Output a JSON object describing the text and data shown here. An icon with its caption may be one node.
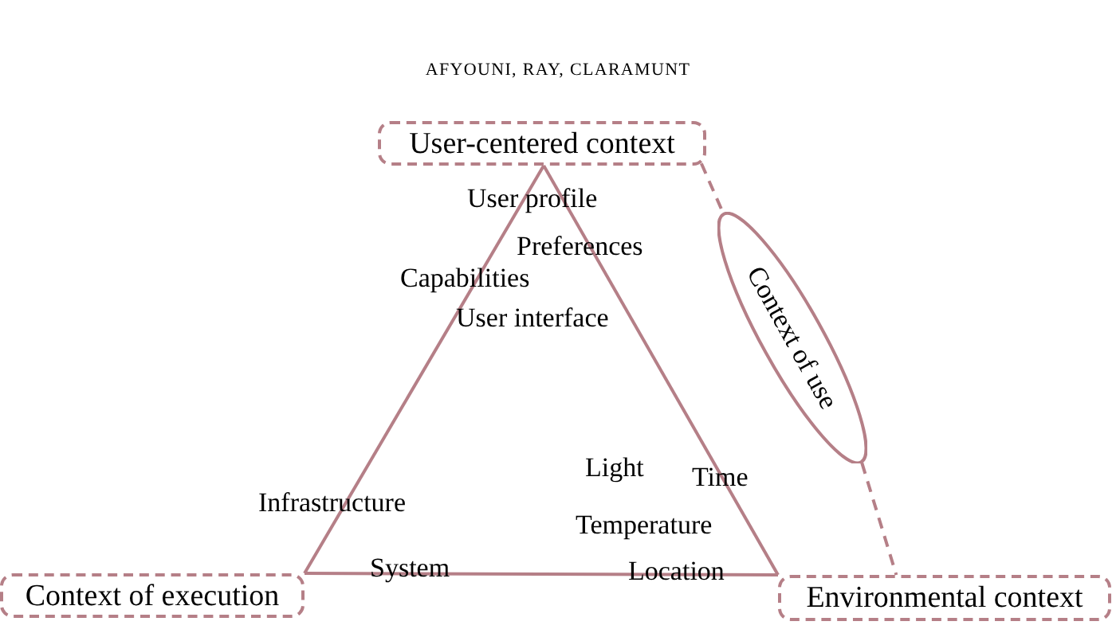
{
  "diagram": {
    "title": "AFYOUNI, RAY, CLARAMUNT",
    "nodes": [
      {
        "text": [
          "User-centered context"
        ]
      },
      {
        "text": [
          "Context of use"
        ]
      },
      {
        "text": [
          "Context of execution"
        ]
      },
      {
        "text": [
          "Environmental context"
        ]
      }
    ],
    "edges": [
      {
        "from": 0,
        "to": 2,
        "arrow": "none"
      },
      {
        "from": 0,
        "to": 3,
        "arrow": "none"
      },
      {
        "from": 2,
        "to": 3,
        "arrow": "none"
      },
      {
        "from": 0,
        "to": 1,
        "arrow": "none",
        "style": "dashed"
      },
      {
        "from": 1,
        "to": 3,
        "arrow": "none",
        "style": "dashed"
      }
    ],
    "labels": [
      "User profile",
      "Preferences",
      "Capabilities",
      "User interface",
      "Light",
      "Time",
      "Infrastructure",
      "Temperature",
      "System",
      "Location"
    ]
  }
}
